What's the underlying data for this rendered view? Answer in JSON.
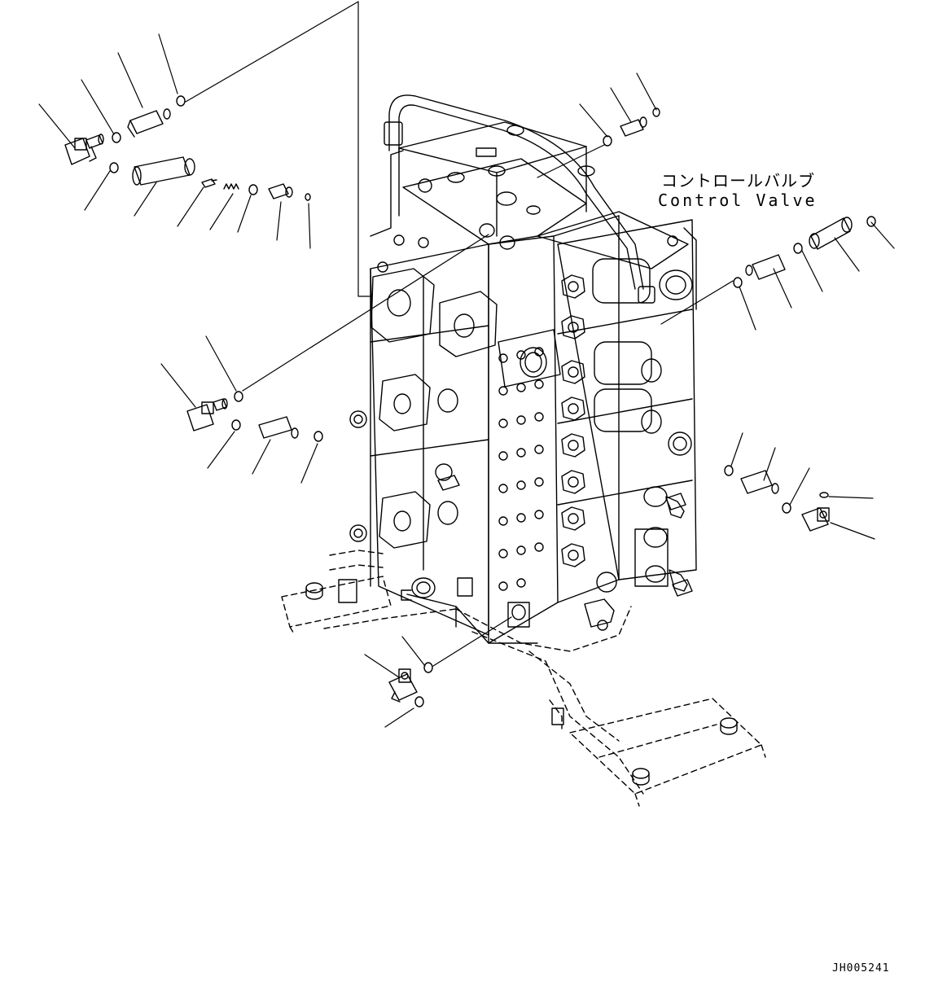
{
  "labels": {
    "title_jp": "コントロールバルブ",
    "title_en": "Control Valve",
    "figure_code": "JH005241"
  },
  "colors": {
    "line": "#000000",
    "background": "#ffffff"
  }
}
